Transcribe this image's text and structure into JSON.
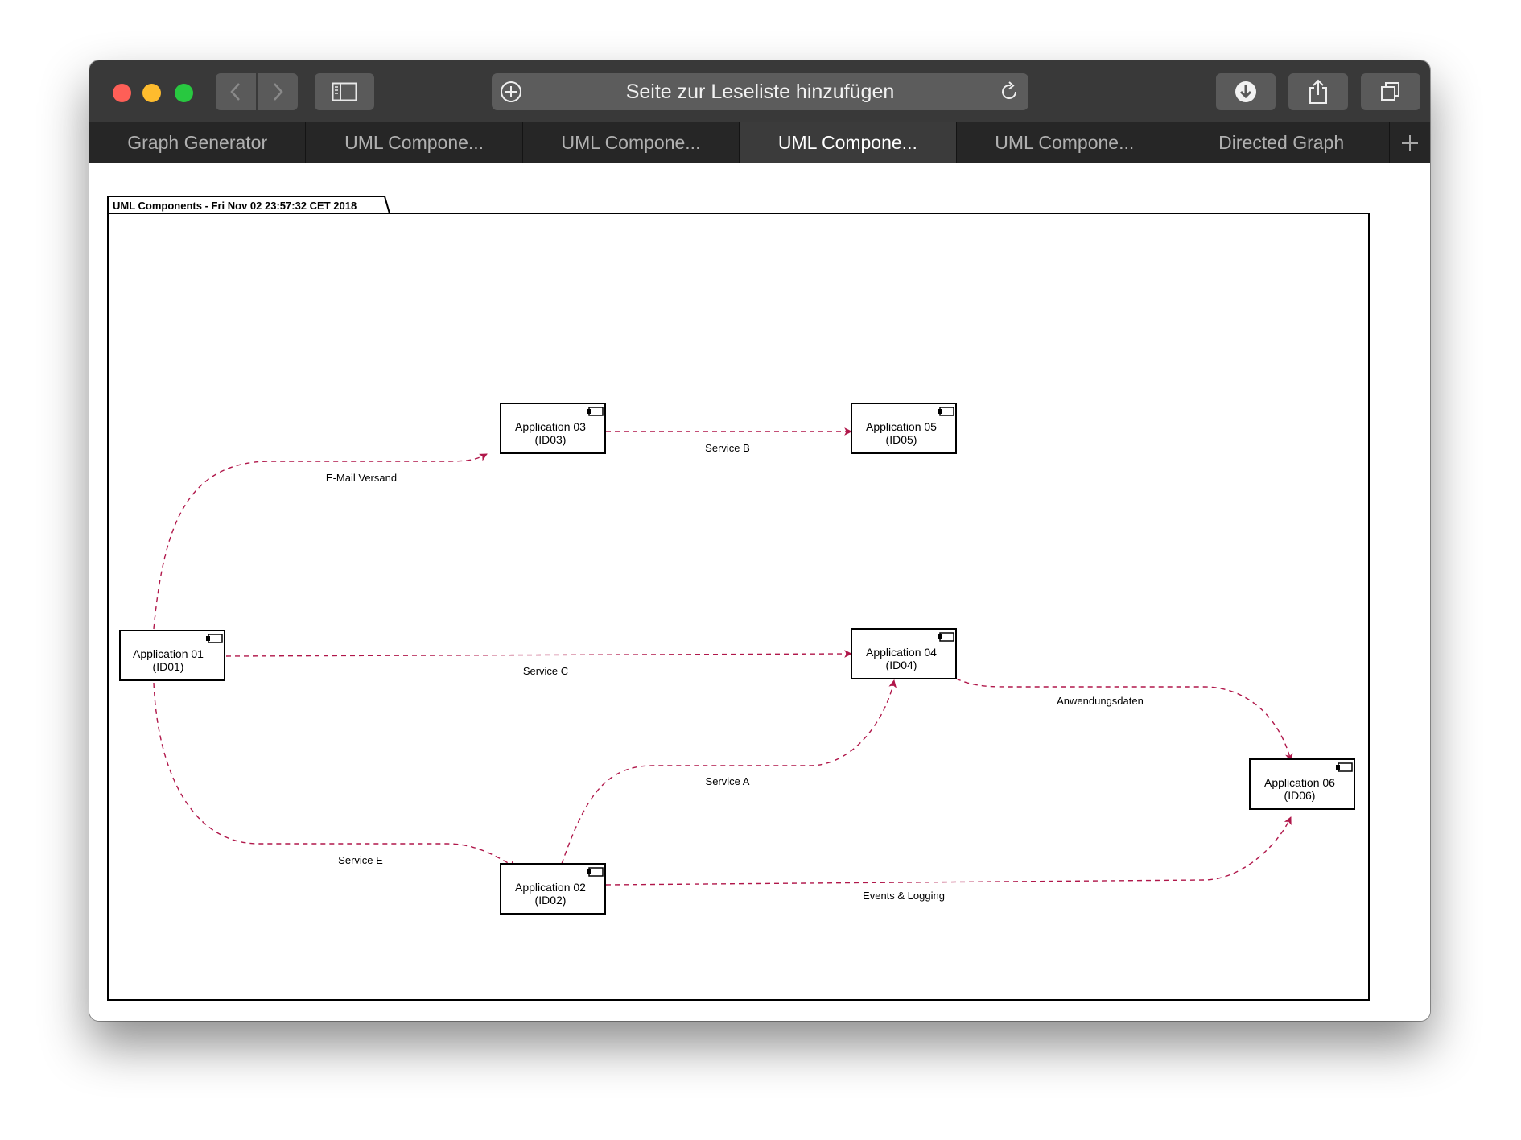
{
  "browser": {
    "url_text": "Seite zur Leseliste hinzufügen",
    "tabs": [
      {
        "label": "Graph Generator",
        "active": false
      },
      {
        "label": "UML Compone...",
        "active": false
      },
      {
        "label": "UML Compone...",
        "active": false
      },
      {
        "label": "UML Compone...",
        "active": true
      },
      {
        "label": "UML Compone...",
        "active": false
      },
      {
        "label": "Directed Graph",
        "active": false
      }
    ]
  },
  "diagram": {
    "frame_title": "UML Components - Fri Nov 02 23:57:32 CET 2018",
    "edge_color": "#b0174a",
    "components": [
      {
        "id": "app01",
        "name": "Application 01",
        "ident": "(ID01)"
      },
      {
        "id": "app02",
        "name": "Application 02",
        "ident": "(ID02)"
      },
      {
        "id": "app03",
        "name": "Application 03",
        "ident": "(ID03)"
      },
      {
        "id": "app04",
        "name": "Application 04",
        "ident": "(ID04)"
      },
      {
        "id": "app05",
        "name": "Application 05",
        "ident": "(ID05)"
      },
      {
        "id": "app06",
        "name": "Application 06",
        "ident": "(ID06)"
      }
    ],
    "edges": [
      {
        "from": "app01",
        "to": "app03",
        "label": "E-Mail Versand"
      },
      {
        "from": "app03",
        "to": "app05",
        "label": "Service B"
      },
      {
        "from": "app01",
        "to": "app04",
        "label": "Service C"
      },
      {
        "from": "app04",
        "to": "app06",
        "label": "Anwendungsdaten"
      },
      {
        "from": "app02",
        "to": "app04",
        "label": "Service A"
      },
      {
        "from": "app01",
        "to": "app02",
        "label": "Service E"
      },
      {
        "from": "app02",
        "to": "app06",
        "label": "Events & Logging"
      }
    ]
  }
}
